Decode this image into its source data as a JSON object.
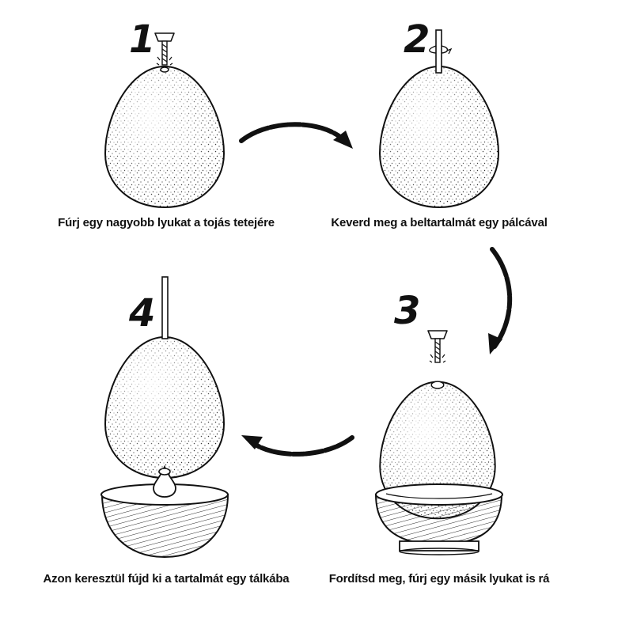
{
  "steps": [
    {
      "number": "1",
      "caption": "Fúrj egy nagyobb lyukat a tojás tetejére"
    },
    {
      "number": "2",
      "caption": "Keverd meg a beltartalmát egy pálcával"
    },
    {
      "number": "3",
      "caption": "Fordítsd meg, fúrj egy másik lyukat is rá"
    },
    {
      "number": "4",
      "caption": "Azon keresztül fújd ki a tartalmát egy tálkába"
    }
  ],
  "colors": {
    "ink": "#111111",
    "paper": "#ffffff"
  },
  "icons": [
    "egg-icon",
    "drill-icon",
    "stick-icon",
    "bowl-icon",
    "drop-icon",
    "curved-arrow-icon"
  ]
}
